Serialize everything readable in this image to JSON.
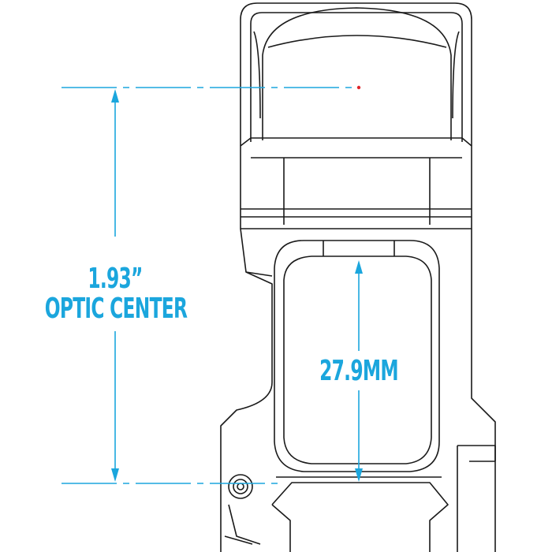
{
  "dimensions": {
    "optic_height_value": "1.93”",
    "optic_height_caption": "OPTIC CENTER",
    "ring_bore_value": "27.9MM"
  },
  "colors": {
    "dimension": "#1ba6dd",
    "outline": "#1a1a1a",
    "optic_center_dot": "#e0262b"
  }
}
